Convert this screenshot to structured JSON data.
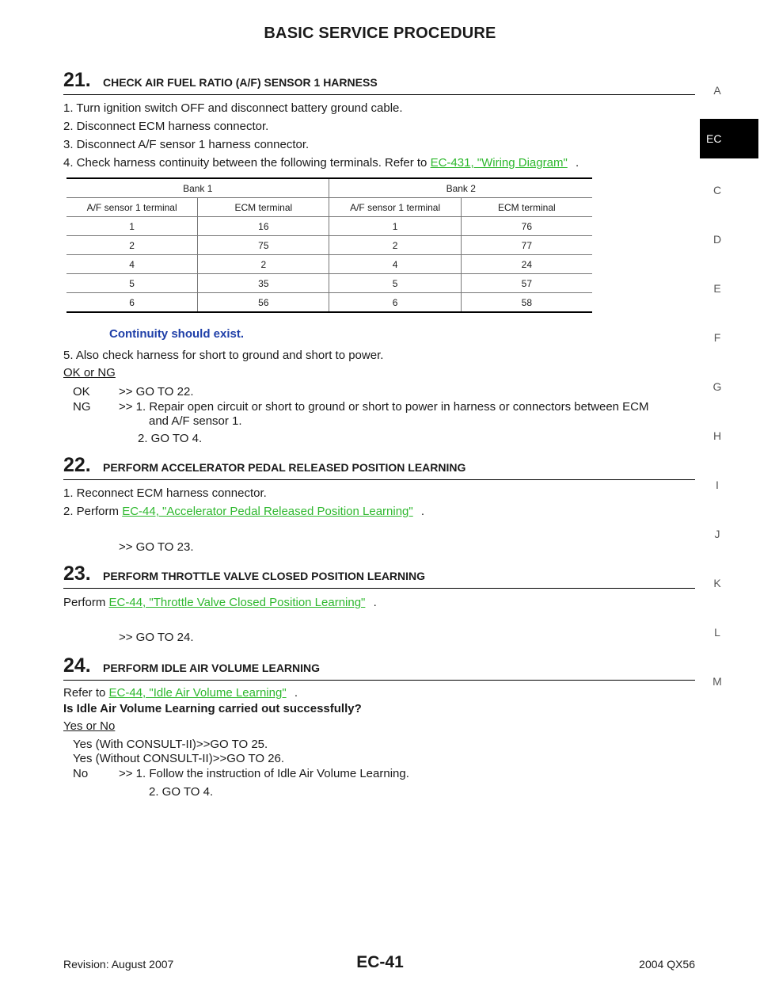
{
  "page": {
    "title": "BASIC SERVICE PROCEDURE",
    "side_index": [
      "A",
      "EC",
      "C",
      "D",
      "E",
      "F",
      "G",
      "H",
      "I",
      "J",
      "K",
      "L",
      "M"
    ],
    "active_tab": "EC"
  },
  "step21": {
    "number": "21.",
    "title": "CHECK AIR FUEL RATIO (A/F) SENSOR 1 HARNESS",
    "items": [
      "1. Turn ignition switch OFF and disconnect battery ground cable.",
      "2. Disconnect ECM harness connector.",
      "3. Disconnect A/F sensor 1 harness connector."
    ],
    "item4_text": "4. Check harness continuity between the following terminals. Refer to",
    "item4_link": "EC-431, \"Wiring Diagram\"",
    "item4_end": ".",
    "table": {
      "groups": [
        "Bank 1",
        "Bank 2"
      ],
      "headers": [
        "A/F sensor 1 terminal",
        "ECM terminal",
        "A/F sensor 1 terminal",
        "ECM terminal"
      ],
      "rows": [
        [
          "1",
          "16",
          "1",
          "76"
        ],
        [
          "2",
          "75",
          "2",
          "77"
        ],
        [
          "4",
          "2",
          "4",
          "24"
        ],
        [
          "5",
          "35",
          "5",
          "57"
        ],
        [
          "6",
          "56",
          "6",
          "58"
        ]
      ]
    },
    "condition": "Continuity should exist.",
    "item5": "5. Also check harness for short to ground and short to power.",
    "decision": "OK or NG",
    "ok_label": "OK",
    "ok_text": ">> GO TO 22.",
    "ng_label": "NG",
    "ng_text1": ">> 1. Repair open circuit or short to ground or short to power in harness or connectors between ECM",
    "ng_text1b": "and A/F sensor 1.",
    "ng_text2": "2. GO TO 4."
  },
  "step22": {
    "number": "22.",
    "title": "PERFORM ACCELERATOR PEDAL RELEASED POSITION LEARNING",
    "item1": "1. Reconnect ECM harness connector.",
    "item2_text": "2. Perform",
    "item2_link": "EC-44, \"Accelerator Pedal Released Position Learning\"",
    "item2_end": ".",
    "goto": ">> GO TO 23."
  },
  "step23": {
    "number": "23.",
    "title": "PERFORM THROTTLE VALVE CLOSED POSITION LEARNING",
    "text": "Perform",
    "link": "EC-44, \"Throttle Valve Closed Position Learning\"",
    "end": ".",
    "goto": ">> GO TO 24."
  },
  "step24": {
    "number": "24.",
    "title": "PERFORM IDLE AIR VOLUME LEARNING",
    "text": "Refer to",
    "link": "EC-44, \"Idle Air Volume Learning\"",
    "end": ".",
    "question": "Is Idle Air Volume Learning carried out successfully?",
    "decision": "Yes or No",
    "yes1": "Yes (With CONSULT-II)>>GO TO 25.",
    "yes2": "Yes (Without CONSULT-II)>>GO TO 26.",
    "no_label": "No",
    "no_text1": ">> 1. Follow the instruction of Idle Air Volume Learning.",
    "no_text2": "2. GO TO 4."
  },
  "footer": {
    "revision": "Revision: August 2007",
    "page_number": "EC-41",
    "model": "2004 QX56"
  }
}
